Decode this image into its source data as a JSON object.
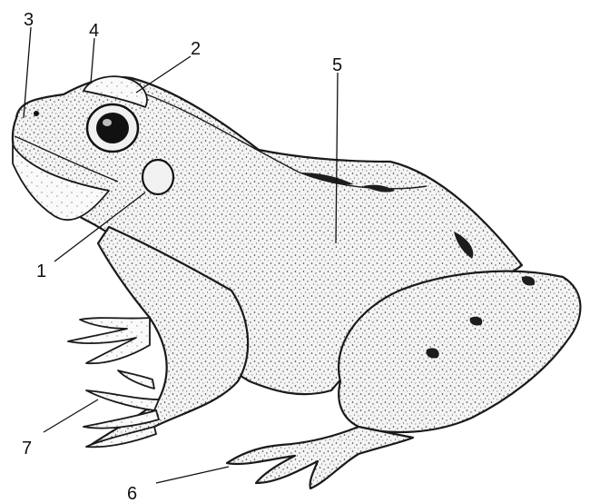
{
  "labels": [
    {
      "id": "1",
      "text": "1"
    },
    {
      "id": "2",
      "text": "2"
    },
    {
      "id": "3",
      "text": "3"
    },
    {
      "id": "4",
      "text": "4"
    },
    {
      "id": "5",
      "text": "5"
    },
    {
      "id": "6",
      "text": "6"
    },
    {
      "id": "7",
      "text": "7"
    }
  ],
  "colors": {
    "ink": "#1a1a1a",
    "paper": "#ffffff"
  }
}
